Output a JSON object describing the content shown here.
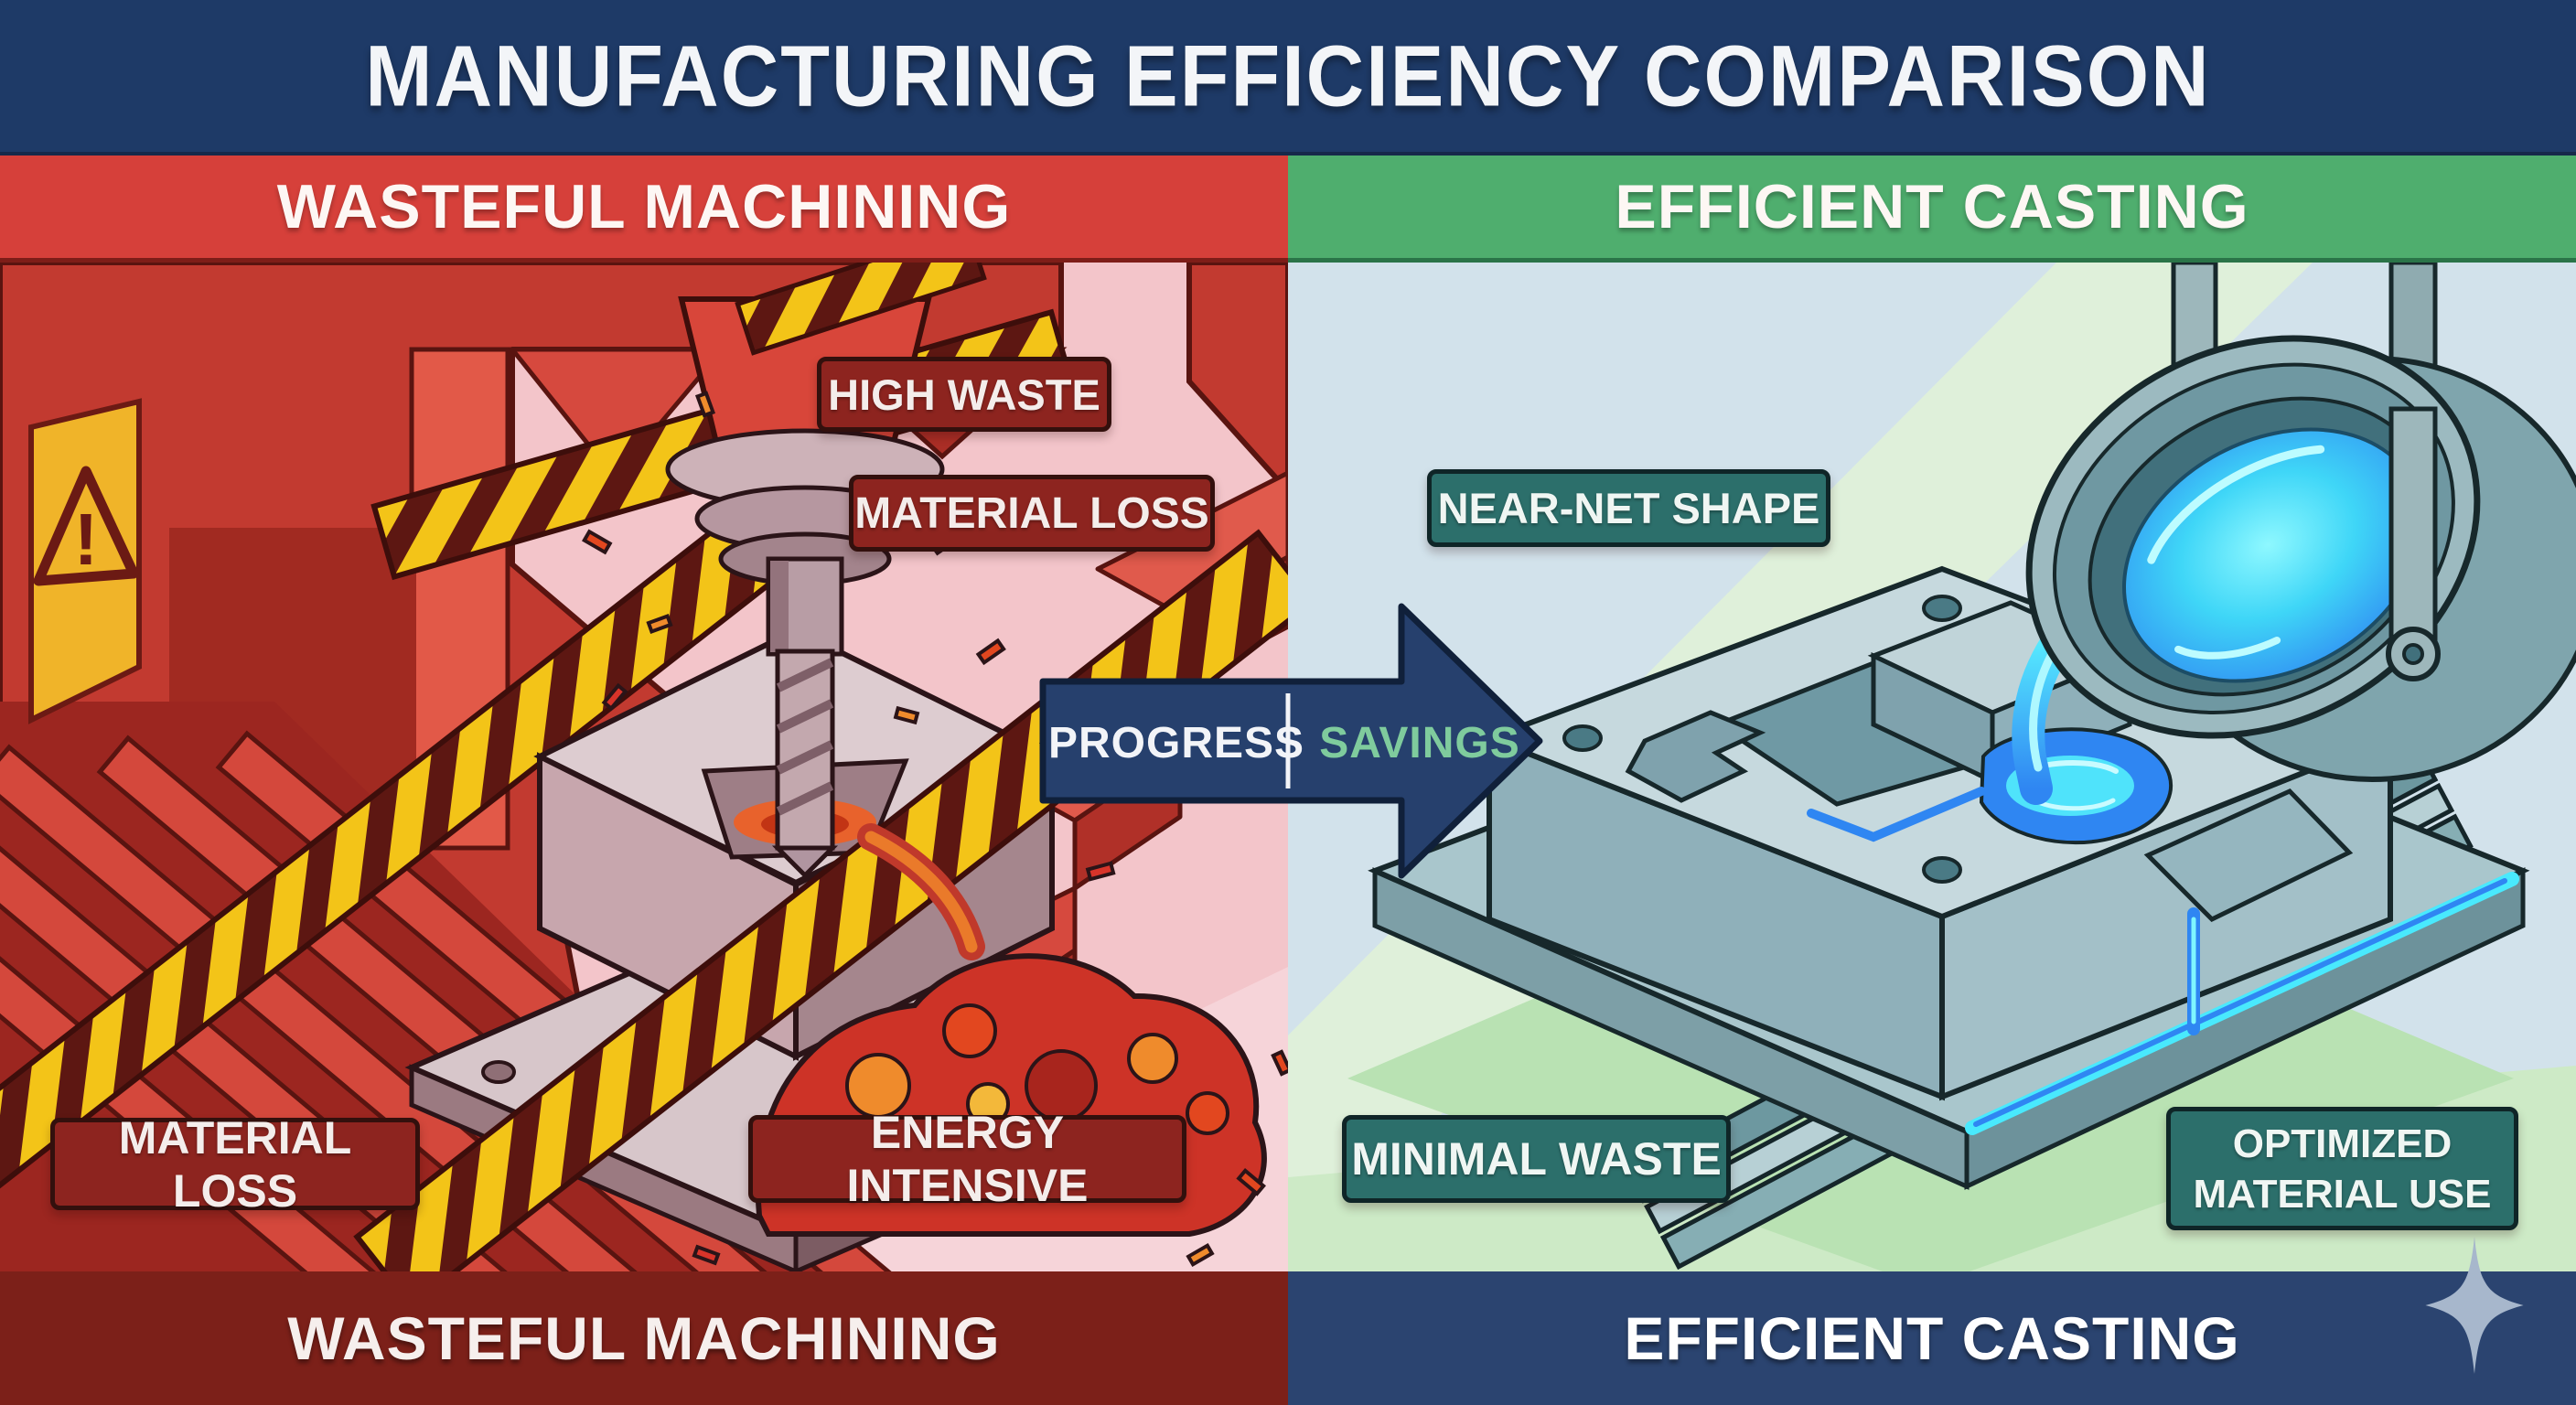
{
  "title": "MANUFACTURING EFFICIENCY COMPARISON",
  "left_panel": {
    "header": "WASTEFUL MACHINING",
    "footer": "WASTEFUL MACHINING",
    "warning_icon": "!",
    "badges": {
      "high_waste": "HIGH WASTE",
      "material_loss_top": "MATERIAL LOSS",
      "material_loss_bottom": "MATERIAL LOSS",
      "energy_intensive": "ENERGY INTENSIVE"
    }
  },
  "right_panel": {
    "header": "EFFICIENT CASTING",
    "footer": "EFFICIENT CASTING",
    "badges": {
      "near_net_shape": "NEAR-NET SHAPE",
      "minimal_waste": "MINIMAL WASTE",
      "optimized_material_use": "OPTIMIZED MATERIAL USE"
    }
  },
  "arrow": {
    "left_label": "PROGRESS",
    "right_label": "SAVINGS"
  },
  "colors": {
    "title_bar_navy": "#1e3a67",
    "header_red": "#d6403a",
    "header_green": "#4fae6e",
    "panel_pink": "#f3c5ca",
    "panel_blue": "#d2e2eb",
    "badge_dark_red": "#8d241f",
    "badge_teal": "#2c6f6b",
    "footer_maroon": "#7c2019",
    "footer_navy": "#2b4470",
    "arrow_navy": "#26406d",
    "savings_green": "#7fcb9d",
    "molten_blue": "#35c8f0",
    "hazard_yellow": "#f3c418",
    "machine_red": "#c23a30"
  }
}
